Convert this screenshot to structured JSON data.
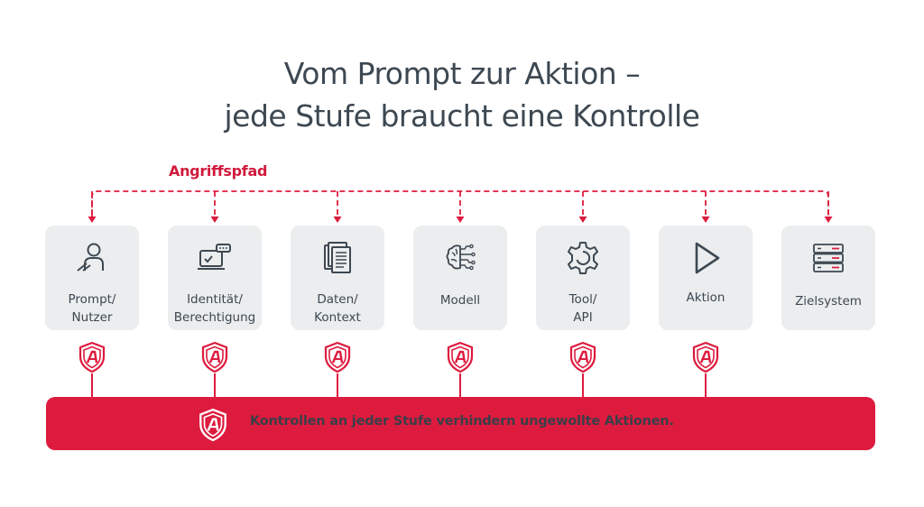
{
  "title": {
    "line1": "Vom Prompt zur Aktion –",
    "line2": "jede Stufe braucht eine Kontrolle"
  },
  "attack_path_label": "Angriffspfad",
  "stages": [
    {
      "label": "Prompt/\nNutzer",
      "icon": "user-icon",
      "has_control": true
    },
    {
      "label": "Identität/\nBerechtigung",
      "icon": "identity-laptop-icon",
      "has_control": true
    },
    {
      "label": "Daten/\nKontext",
      "icon": "documents-icon",
      "has_control": true
    },
    {
      "label": "Modell",
      "icon": "brain-circuit-icon",
      "has_control": true
    },
    {
      "label": "Tool/\nAPI",
      "icon": "gear-icon",
      "has_control": true
    },
    {
      "label": "Aktion",
      "icon": "play-icon",
      "has_control": true
    },
    {
      "label": "Zielsystem",
      "icon": "server-icon",
      "has_control": false
    }
  ],
  "banner": {
    "text": "Kontrollen an jeder Stufe verhindern ungewollte Aktionen.",
    "icon": "shield-icon"
  },
  "colors": {
    "accent_red": "#dd1b3e",
    "dark_text": "#3d4852",
    "box_bg": "#ebedee"
  }
}
